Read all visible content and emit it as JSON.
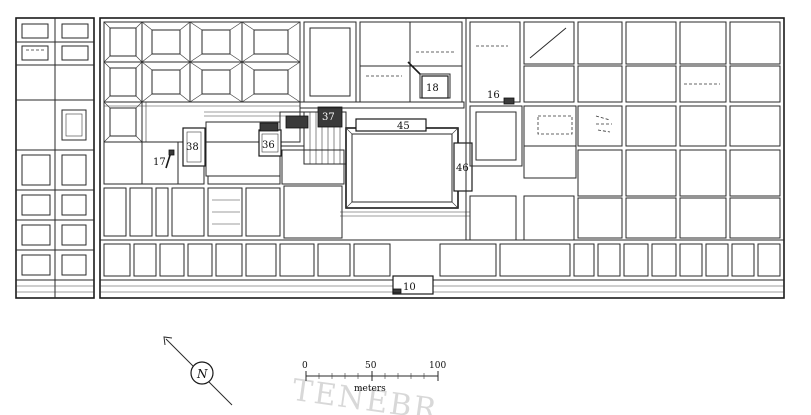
{
  "structure_labels": {
    "s10": "10",
    "s16": "16",
    "s17": "17",
    "s18": "18",
    "s36": "36",
    "s37": "37",
    "s38": "38",
    "s45": "45",
    "s46": "46"
  },
  "north_symbol": "N",
  "scale_bar": {
    "ticks": [
      "0",
      "50",
      "100"
    ],
    "unit": "meters"
  },
  "watermark": "TENEBR"
}
